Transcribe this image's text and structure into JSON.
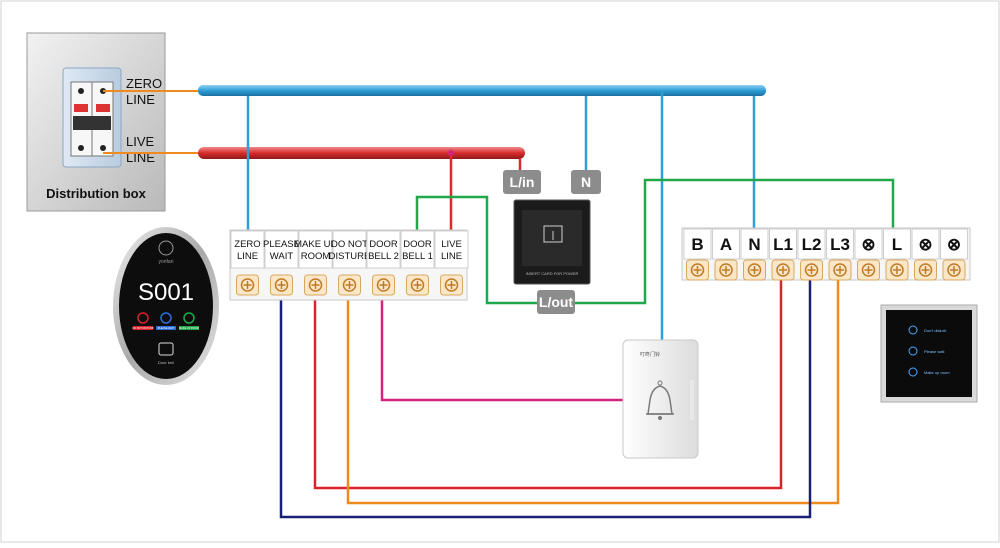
{
  "distribution_box": {
    "title": "Distribution box",
    "zero_line": [
      "ZERO",
      "LINE"
    ],
    "live_line": [
      "LIVE",
      "LINE"
    ]
  },
  "card_switch": {
    "lin": "L/in",
    "n": "N",
    "lout": "L/out",
    "caption": "INSERT CARD FOR POWER"
  },
  "left_terminals": [
    [
      "ZERO",
      "LINE"
    ],
    [
      "PLEASE",
      "WAIT"
    ],
    [
      "MAKE UP",
      "ROOM"
    ],
    [
      "DO NOT",
      "DISTURB"
    ],
    [
      "DOOR",
      "BELL 2"
    ],
    [
      "DOOR",
      "BELL 1"
    ],
    [
      "LIVE",
      "LINE"
    ]
  ],
  "right_terminals": [
    "B",
    "A",
    "N",
    "L1",
    "L2",
    "L3",
    "⊗",
    "L",
    "⊗",
    "⊗"
  ],
  "doorplate": {
    "number": "S001",
    "brand": "yonfan",
    "bottom_label": "Door bell",
    "button_labels": [
      "DO NOT DISTURB",
      "PLEASE WAIT",
      "MAKE UP ROOM"
    ]
  },
  "doorbell": {
    "label": "叮咚门铃"
  },
  "touch_panel": {
    "buttons": [
      "Don't disturb",
      "Please wait",
      "Make up room"
    ]
  },
  "colors": {
    "neutral": "#2d9fd8",
    "live": "#d92b2b",
    "green": "#21a84a",
    "magenta": "#d6237a",
    "navy": "#1c1f78",
    "orange": "#ef8a1f",
    "red": "#d9232a",
    "gray_label": "#8c8c8c"
  }
}
